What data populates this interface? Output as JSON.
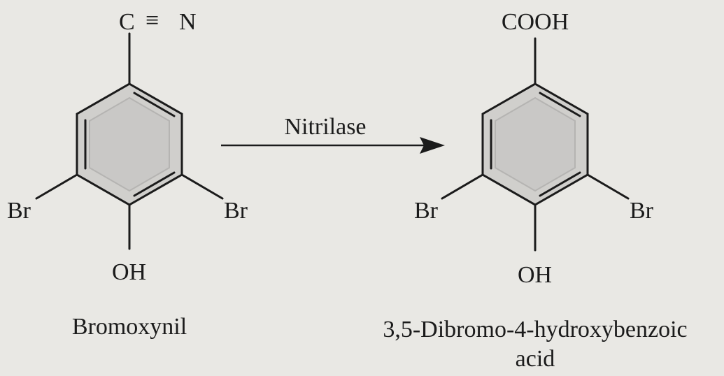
{
  "reactant": {
    "substituent_top": "C",
    "triple_bond_symbol": "≡",
    "substituent_top_end": "N",
    "left_substituent": "Br",
    "right_substituent": "Br",
    "bottom_substituent": "OH",
    "name": "Bromoxynil"
  },
  "reaction": {
    "reagent": "Nitrilase"
  },
  "product": {
    "substituent_top": "COOH",
    "left_substituent": "Br",
    "right_substituent": "Br",
    "bottom_substituent": "OH",
    "name_line1": "3,5-Dibromo-4-hydroxybenzoic",
    "name_line2": "acid"
  }
}
